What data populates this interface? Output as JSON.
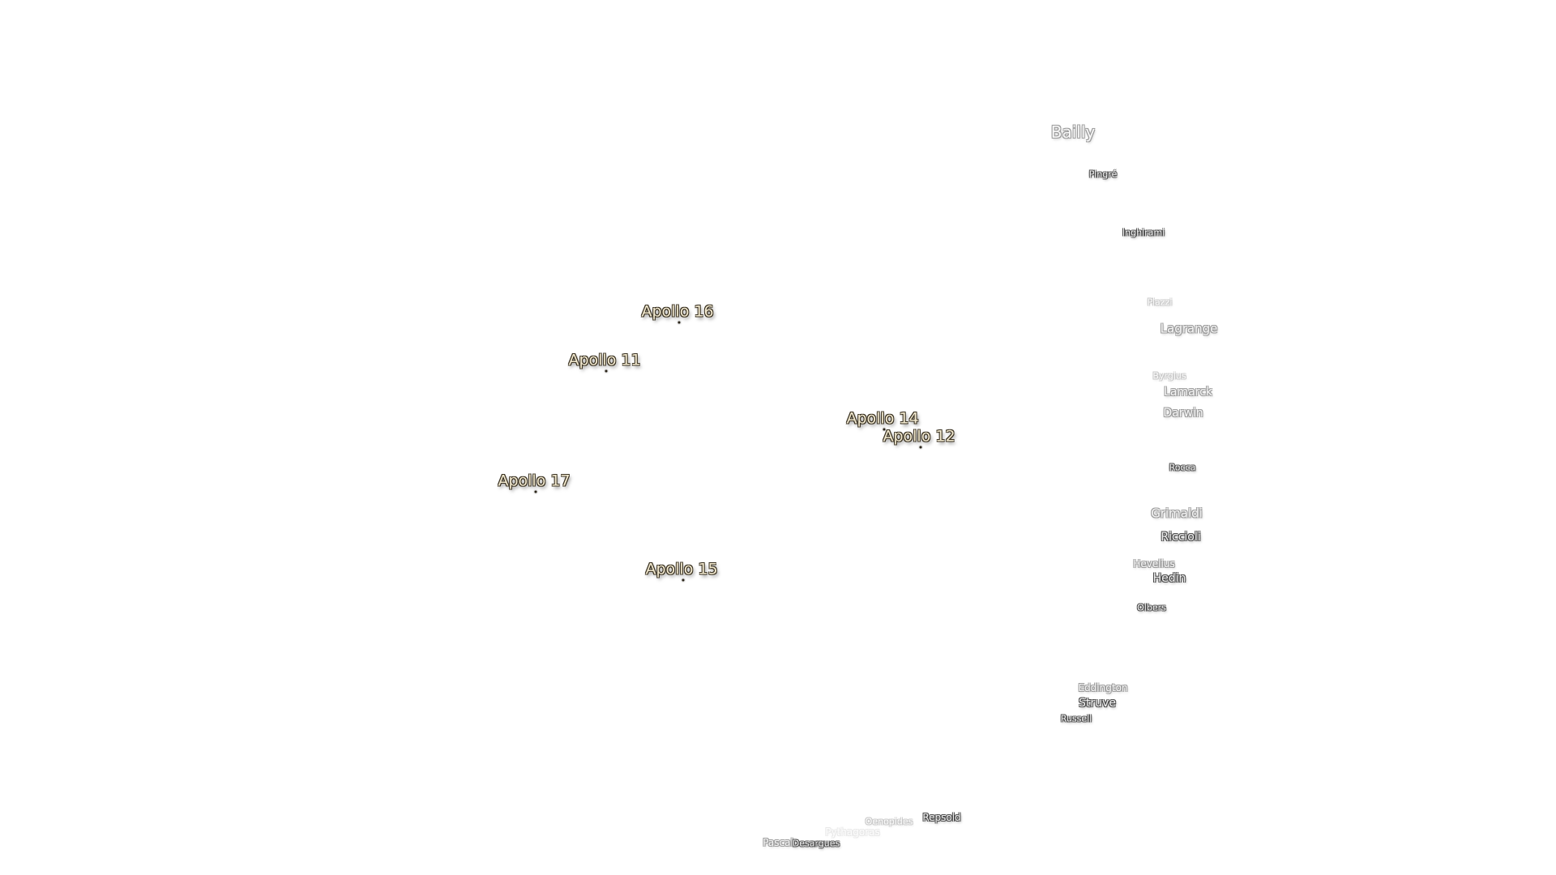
{
  "apollo_sites": [
    {
      "id": "apollo-16",
      "label": "Apollo 16"
    },
    {
      "id": "apollo-11",
      "label": "Apollo 11"
    },
    {
      "id": "apollo-14",
      "label": "Apollo 14"
    },
    {
      "id": "apollo-12",
      "label": "Apollo 12"
    },
    {
      "id": "apollo-17",
      "label": "Apollo 17"
    },
    {
      "id": "apollo-15",
      "label": "Apollo 15"
    }
  ],
  "craters": [
    {
      "id": "bailly",
      "label": "Bailly"
    },
    {
      "id": "pingre",
      "label": "Pingré"
    },
    {
      "id": "inghirami",
      "label": "Inghirami"
    },
    {
      "id": "piazzi",
      "label": "Piazzi"
    },
    {
      "id": "lagrange",
      "label": "Lagrange"
    },
    {
      "id": "byrgius",
      "label": "Byrgius"
    },
    {
      "id": "lamarck",
      "label": "Lamarck"
    },
    {
      "id": "darwin",
      "label": "Darwin"
    },
    {
      "id": "rocca",
      "label": "Rocca"
    },
    {
      "id": "grimaldi",
      "label": "Grimaldi"
    },
    {
      "id": "riccioli",
      "label": "Riccioli"
    },
    {
      "id": "hevelius",
      "label": "Hevelius"
    },
    {
      "id": "hedin",
      "label": "Hedin"
    },
    {
      "id": "olbers",
      "label": "Olbers"
    },
    {
      "id": "eddington",
      "label": "Eddington"
    },
    {
      "id": "struve",
      "label": "Struve"
    },
    {
      "id": "russell",
      "label": "Russell"
    },
    {
      "id": "repsold",
      "label": "Repsold"
    },
    {
      "id": "oenopides",
      "label": "Oenopides"
    },
    {
      "id": "pythagoras",
      "label": "Pythagoras"
    },
    {
      "id": "pascal",
      "label": "Pascal"
    },
    {
      "id": "desargues",
      "label": "Desargues"
    }
  ]
}
